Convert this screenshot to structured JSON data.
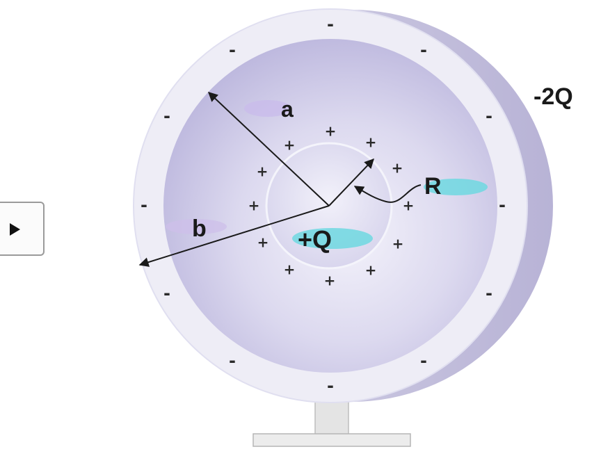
{
  "controls": {
    "play_icon": "play-icon"
  },
  "labels": {
    "outer_charge": "-2Q",
    "inner_charge": "+Q",
    "radius_a": "a",
    "radius_b": "b",
    "radius_R": "R"
  },
  "charges": {
    "positive_sign": "+",
    "negative_sign": "-"
  },
  "colors": {
    "shell_face": "#eceaf6",
    "shell_interior": "#cfcbe8",
    "inner_sphere": "#e2e0f2",
    "highlight_cyan": "#6fd8e0",
    "highlight_purple": "#c6b8e8",
    "stand": "#e8e8e8"
  }
}
